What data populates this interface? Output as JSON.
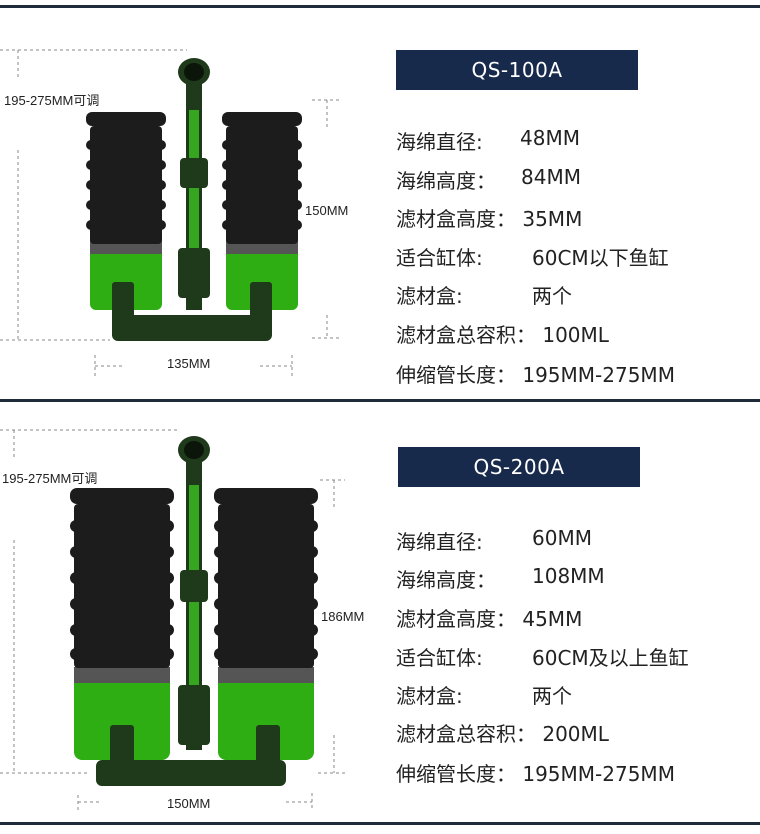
{
  "products": [
    {
      "model": "QS-100A",
      "dims": {
        "total_height": "195-275MM可调",
        "sponge_height": "150MM",
        "width": "135MM"
      },
      "specs": [
        {
          "label": "海绵直径:",
          "value": "48MM"
        },
        {
          "label": "海绵高度：",
          "value": "84MM"
        },
        {
          "label": "滤材盒高度：",
          "value": "35MM"
        },
        {
          "label": "适合缸体:",
          "value": "60CM以下鱼缸"
        },
        {
          "label": "滤材盒:",
          "value": "两个"
        },
        {
          "label": "滤材盒总容积：",
          "value": "100ML"
        },
        {
          "label": "伸缩管长度：",
          "value": "195MM-275MM"
        }
      ]
    },
    {
      "model": "QS-200A",
      "dims": {
        "total_height": "195-275MM可调",
        "sponge_height": "186MM",
        "width": "150MM"
      },
      "specs": [
        {
          "label": "海绵直径:",
          "value": "60MM"
        },
        {
          "label": "海绵高度：",
          "value": "108MM"
        },
        {
          "label": "滤材盒高度：",
          "value": "45MM"
        },
        {
          "label": "适合缸体:",
          "value": "60CM及以上鱼缸"
        },
        {
          "label": "滤材盒:",
          "value": "两个"
        },
        {
          "label": "滤材盒总容积：",
          "value": "200ML"
        },
        {
          "label": "伸缩管长度：",
          "value": "195MM-275MM"
        }
      ]
    }
  ],
  "colors": {
    "banner": "#182a4c",
    "sponge": "#1c1c1c",
    "canister": "#2fae14",
    "divider": "#1f2a3a"
  }
}
